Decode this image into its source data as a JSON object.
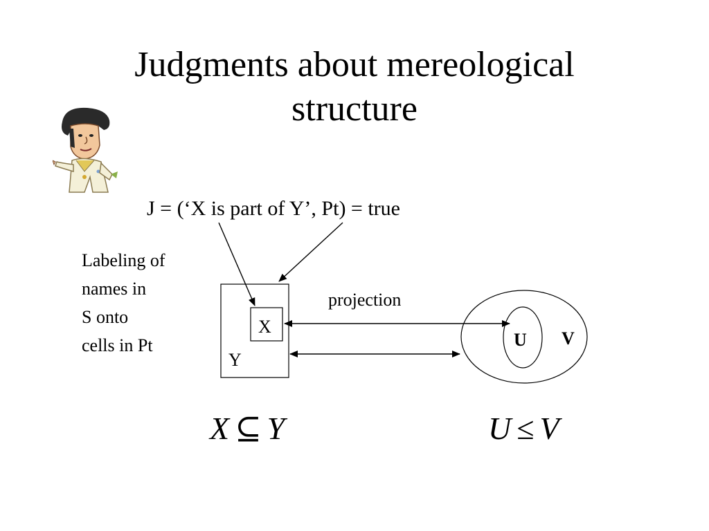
{
  "title": {
    "line1": "Judgments about mereological",
    "line2": "structure"
  },
  "judgment": "J = (‘X is part of Y’, Pt) = true",
  "labeling": {
    "lines": [
      "Labeling of",
      "names in",
      "S onto",
      "cells in Pt"
    ]
  },
  "projection_label": "projection",
  "cells": {
    "inner": "X",
    "outer": "Y"
  },
  "sets": {
    "inner": "U",
    "outer": "V"
  },
  "formulas": {
    "left": {
      "lhs": "X",
      "op": "⊆",
      "rhs": "Y"
    },
    "right": {
      "lhs": "U",
      "op": "≤",
      "rhs": "V"
    }
  },
  "icons": {
    "mascot": "cartoon-pointing-man-icon"
  }
}
